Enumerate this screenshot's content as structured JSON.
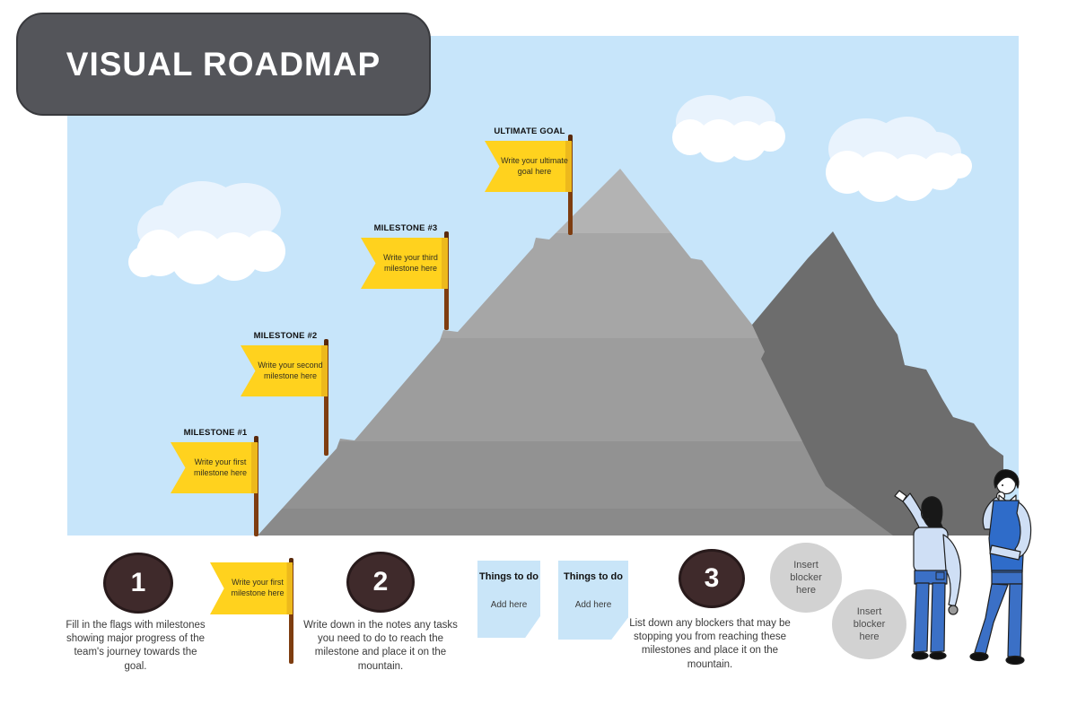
{
  "title": "VISUAL ROADMAP",
  "flags": {
    "ultimate_goal": {
      "label": "ULTIMATE GOAL",
      "line1": "Write your ultimate",
      "line2": "goal here"
    },
    "milestone3": {
      "label": "MILESTONE #3",
      "line1": "Write your third",
      "line2": "milestone here"
    },
    "milestone2": {
      "label": "MILESTONE #2",
      "line1": "Write your second",
      "line2": "milestone here"
    },
    "milestone1": {
      "label": "MILESTONE #1",
      "line1": "Write your first",
      "line2": "milestone here"
    }
  },
  "example_flag": {
    "line1": "Write your first",
    "line2": "milestone here"
  },
  "steps": [
    {
      "number": "1",
      "text": "Fill in the flags with milestones showing major progress of the team's journey towards the goal."
    },
    {
      "number": "2",
      "text": "Write down in the notes any tasks you need to do to reach the milestone and place it on the mountain."
    },
    {
      "number": "3",
      "text": "List down any blockers that may be stopping you from reaching these milestones and place it on the mountain."
    }
  ],
  "notes": [
    {
      "header": "Things to do",
      "body": "Add here"
    },
    {
      "header": "Things to do",
      "body": "Add here"
    }
  ],
  "blockers": [
    {
      "text": "Insert blocker here"
    },
    {
      "text": "Insert blocker here"
    }
  ],
  "colors": {
    "sky": "#c7e5fa",
    "title_box": "#54555a",
    "flag_yellow": "#ffd21e",
    "flag_pole_brown": "#7e3d10",
    "step_circle_brown": "#3f2a2b",
    "note_blue": "#c9e5f8",
    "blocker_gray": "#d2d2d2",
    "mountain_band_top": "#b3b3b3",
    "mountain_band_bottom": "#8a8a8a",
    "back_mountain": "#6d6d6d"
  }
}
